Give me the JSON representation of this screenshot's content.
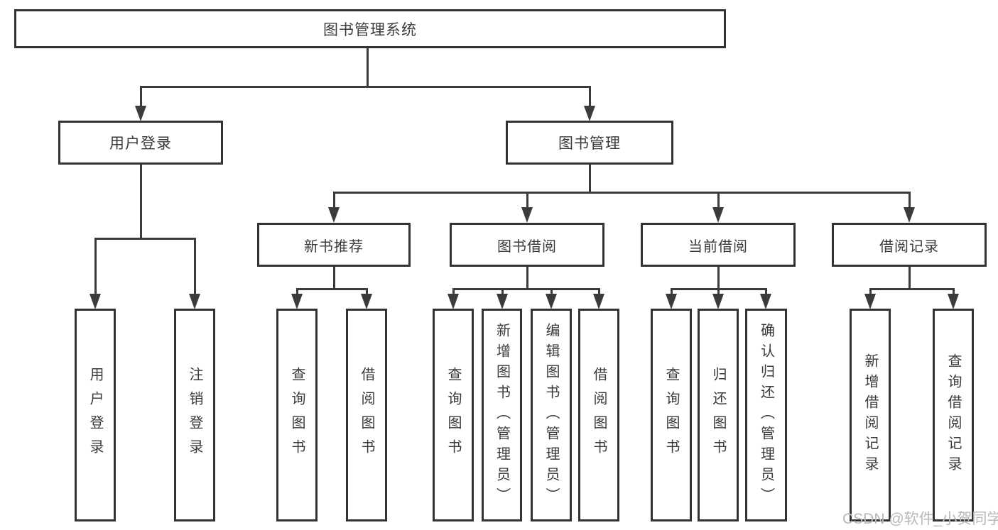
{
  "tree": {
    "root": {
      "label": "图书管理系统",
      "children": [
        {
          "label": "用户登录",
          "children": [
            {
              "label": "用户登录"
            },
            {
              "label": "注销登录"
            }
          ]
        },
        {
          "label": "图书管理",
          "children": [
            {
              "label": "新书推荐",
              "children": [
                {
                  "label": "查询图书"
                },
                {
                  "label": "借阅图书"
                }
              ]
            },
            {
              "label": "图书借阅",
              "children": [
                {
                  "label": "查询图书"
                },
                {
                  "label": "新增图书（管理员）"
                },
                {
                  "label": "编辑图书（管理员）"
                },
                {
                  "label": "借阅图书"
                }
              ]
            },
            {
              "label": "当前借阅",
              "children": [
                {
                  "label": "查询图书"
                },
                {
                  "label": "归还图书"
                },
                {
                  "label": "确认归还（管理员）"
                }
              ]
            },
            {
              "label": "借阅记录",
              "children": [
                {
                  "label": "新增借阅记录"
                },
                {
                  "label": "查询借阅记录"
                }
              ]
            }
          ]
        }
      ]
    }
  },
  "watermark": "CSDN @软件_小贺同学",
  "colors": {
    "line": "#3b3b3b",
    "box_border": "#333333",
    "text": "#3a3a3a",
    "watermark": "#b9b9b9",
    "background": "#ffffff"
  }
}
